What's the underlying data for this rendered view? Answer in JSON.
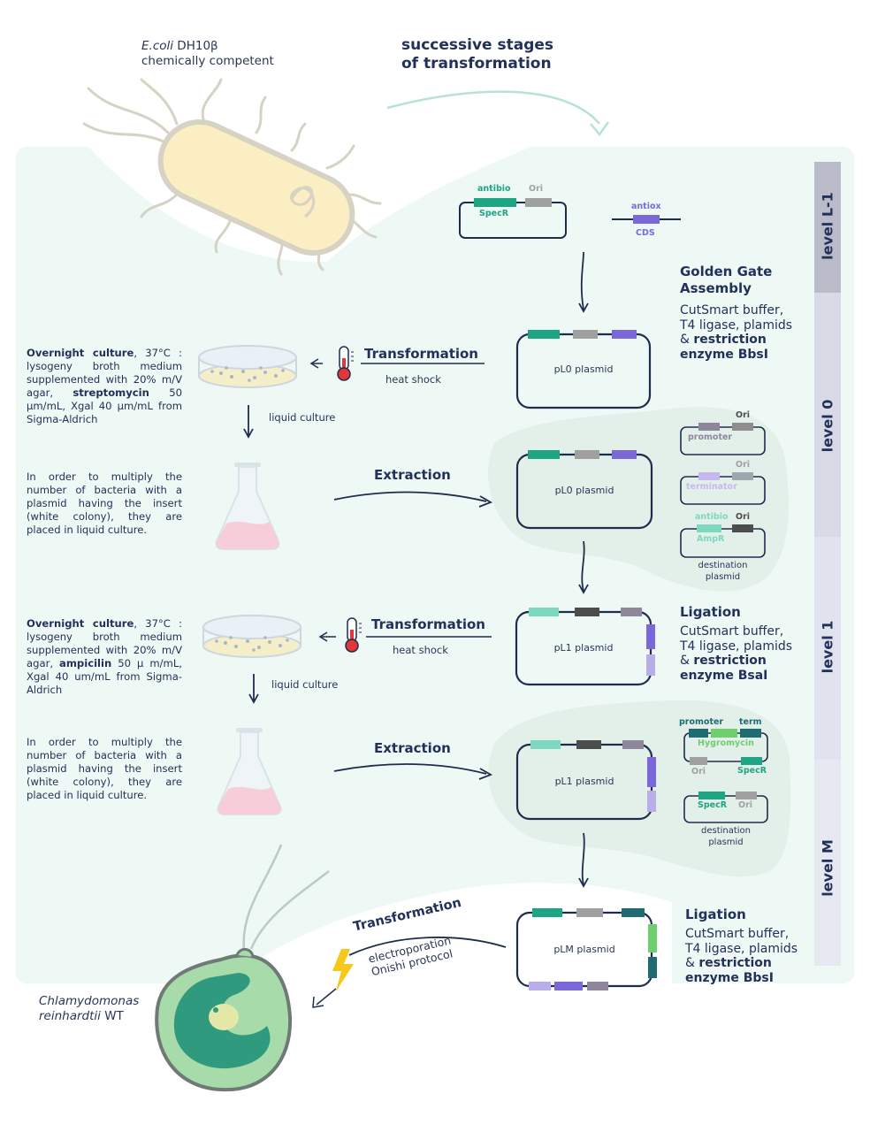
{
  "header": {
    "ecoli_name": "E.coli",
    "ecoli_strain": " DH10β",
    "ecoli_desc": "chemically competent",
    "stages_title_1": "successive stages",
    "stages_title_2": "of transformation"
  },
  "levels": [
    "level L-1",
    "level 0",
    "level 1",
    "level M"
  ],
  "level_l1": {
    "antibio": "antibio",
    "ori": "Ori",
    "specr": "SpecR",
    "antiox": "antiox",
    "cds": "CDS",
    "golden_gate_title_1": "Golden Gate",
    "golden_gate_title_2": "Assembly",
    "gg_line1": "CutSmart buffer,",
    "gg_line2": "T4 ligase, plamids",
    "gg_line3_pre": "& ",
    "gg_line3_bold": "restriction",
    "gg_line4": "enzyme BbsI"
  },
  "level_0": {
    "culture_para_bold1": "Overnight culture",
    "culture_para_1": ", 37°C : lysogeny broth medium supplemented with 20% m/V agar, ",
    "culture_para_bold2": "streptomycin",
    "culture_para_2": " 50 µm/mL, Xgal 40 µm/mL from Sigma-Aldrich",
    "transformation": "Transformation",
    "heat_shock": "heat shock",
    "liquid_culture": "liquid culture",
    "multiply_para": "In order to multiply the number of bacteria with a plasmid having the insert (white colony), they are placed in liquid culture.",
    "extraction": "Extraction",
    "pl0_plasmid": "pL0 plasmid",
    "promoter": "promoter",
    "terminator": "terminator",
    "ori": "Ori",
    "antibio": "antibio",
    "ampr": "AmpR",
    "destination_1": "destination",
    "destination_2": "plasmid"
  },
  "level_1": {
    "culture_para_bold1": "Overnight culture",
    "culture_para_1": ", 37°C : lysogeny broth medium supplemented with 20% m/V agar, ",
    "culture_para_bold2": "ampicilin",
    "culture_para_2": " 50 µ m/mL, Xgal 40 um/mL from Sigma-Aldrich",
    "transformation": "Transformation",
    "heat_shock": "heat shock",
    "liquid_culture": "liquid culture",
    "multiply_para": "In order to multiply the number of bacteria with a plasmid having the insert (white colony), they are placed in liquid culture.",
    "extraction": "Extraction",
    "pl1_plasmid": "pL1 plasmid",
    "ligation": "Ligation",
    "lig_line1": "CutSmart buffer,",
    "lig_line2": "T4 ligase, plamids",
    "lig_line3_pre": "& ",
    "lig_line3_bold": "restriction",
    "lig_line4": "enzyme BsaI",
    "promoter": "promoter",
    "term": "term",
    "hygromycin": "Hygromycin",
    "ori": "Ori",
    "specr": "SpecR",
    "destination_1": "destination",
    "destination_2": "plasmid"
  },
  "level_m": {
    "plm_plasmid": "pLM plasmid",
    "ligation": "Ligation",
    "lig_line1": "CutSmart buffer,",
    "lig_line2": "T4 ligase, plamids",
    "lig_line3_pre": "& ",
    "lig_line3_bold": "restriction",
    "lig_line4": "enzyme BbsI",
    "transformation": "Transformation",
    "electroporation": "electroporation",
    "onishi": "Onishi protocol",
    "chlamy_1": "Chlamydomonas",
    "chlamy_2": "reinhardtii",
    "chlamy_wt": " WT"
  },
  "colors": {
    "navy": "#1f2d4d",
    "teal": "#1ea584",
    "light_teal": "#7dd8c0",
    "grey": "#a0a0a0",
    "dark_grey": "#4d4d4d",
    "purple": "#7b68d8",
    "light_purple": "#b9aee8",
    "mauve": "#8e879c",
    "green": "#6fcf6f",
    "dark_teal": "#1e6b72",
    "panel": "#eef8f5",
    "blob": "#e3efe9"
  }
}
